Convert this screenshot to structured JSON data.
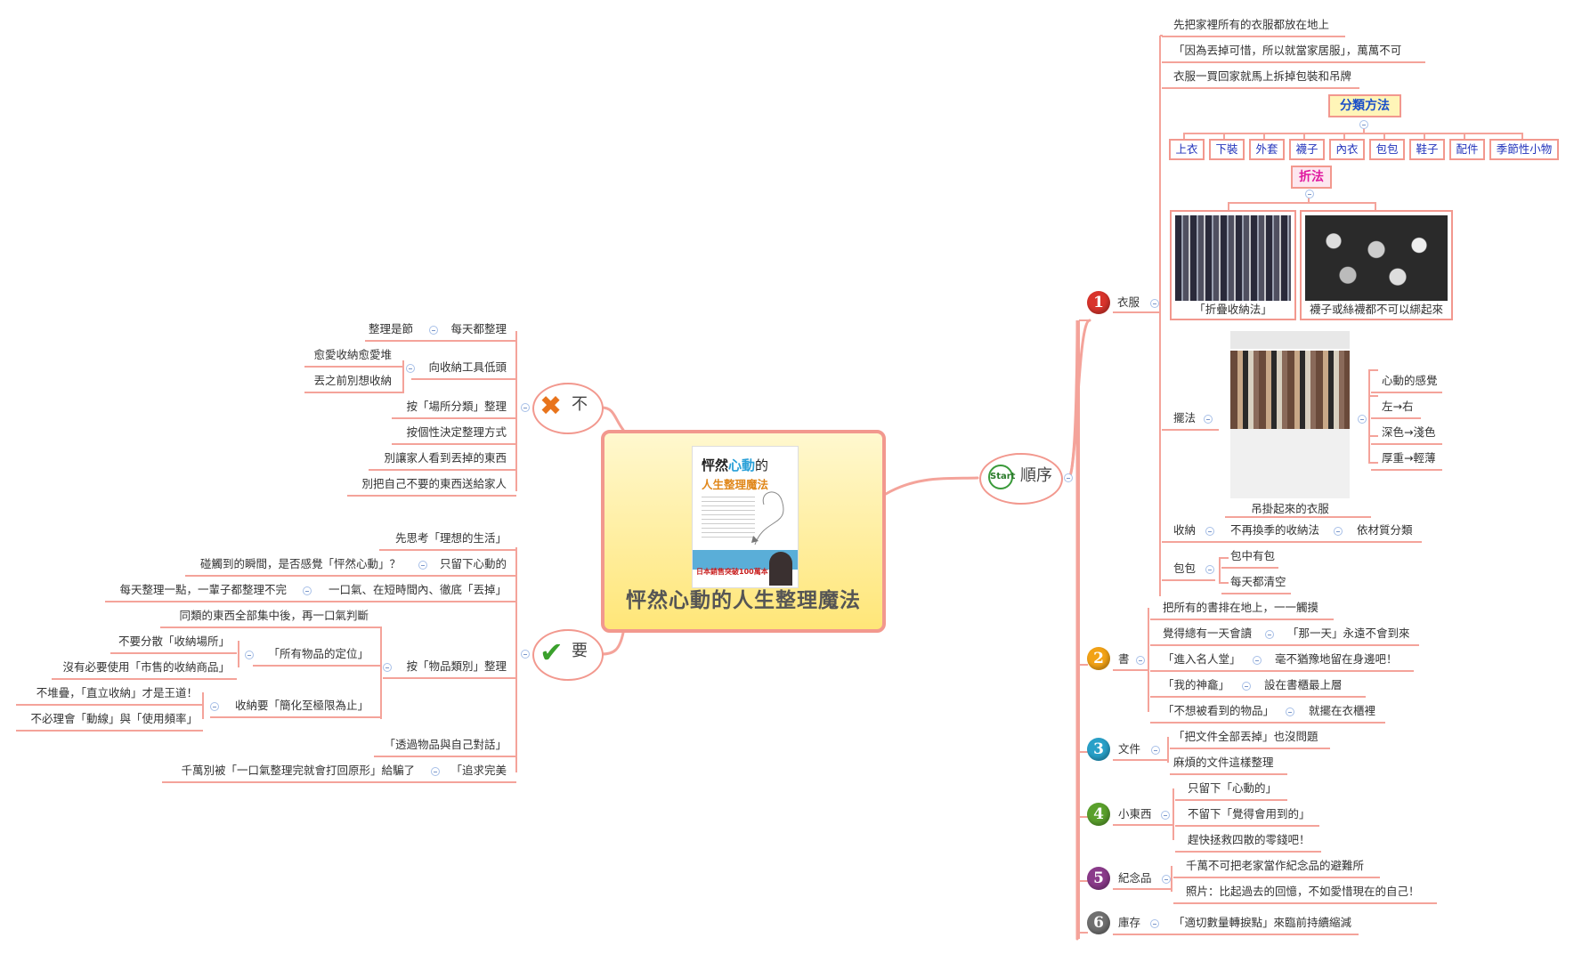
{
  "central": {
    "title": "怦然心動的人生整理魔法",
    "book": {
      "line1a": "怦然",
      "line1b": "心動",
      "line1c": "的",
      "line2": "人生整理魔法",
      "band": "日本銷售突破100萬本！"
    }
  },
  "order": {
    "label": "順序",
    "start_icon": "Start",
    "clothes": {
      "num": "1",
      "label": "衣服",
      "color": "#d8342c",
      "rules": [
        "先把家裡所有的衣服都放在地上",
        "「因為丟掉可惜，所以就當家居服」，萬萬不可",
        "衣服一買回家就馬上拆掉包裝和吊牌"
      ],
      "classify": {
        "label": "分類方法",
        "items": [
          "上衣",
          "下裝",
          "外套",
          "襪子",
          "內衣",
          "包包",
          "鞋子",
          "配件",
          "季節性小物"
        ]
      },
      "fold": {
        "label": "折法",
        "photos": [
          "「折疊收納法」",
          "襪子或絲襪都不可以綁起來"
        ]
      },
      "hang": {
        "label": "擺法",
        "photo": "吊掛起來的衣服",
        "rules": [
          "心動的感覺",
          "左→右",
          "深色→淺色",
          "厚重→輕薄"
        ]
      },
      "storage": {
        "label": "收納",
        "a": "不再換季的收納法",
        "b": "依材質分類"
      },
      "bag": {
        "label": "包包",
        "items": [
          "包中有包",
          "每天都清空"
        ]
      }
    },
    "books": {
      "num": "2",
      "label": "書",
      "color": "#f2a216",
      "items": [
        {
          "a": "把所有的書排在地上，一一觸摸"
        },
        {
          "a": "覺得總有一天會讀",
          "b": "「那一天」永遠不會到來"
        },
        {
          "a": "「進入名人堂」",
          "b": "毫不猶豫地留在身邊吧！"
        },
        {
          "a": "「我的神龕」",
          "b": "設在書櫃最上層"
        },
        {
          "a": "「不想被看到的物品」",
          "b": "就擺在衣櫃裡"
        }
      ]
    },
    "docs": {
      "num": "3",
      "label": "文件",
      "color": "#29a0c8",
      "items": [
        "「把文件全部丟掉」也沒問題",
        "麻煩的文件這樣整理"
      ]
    },
    "small": {
      "num": "4",
      "label": "小東西",
      "color": "#5aa02c",
      "items": [
        "只留下「心動的」",
        "不留下「覺得會用到的」",
        "趕快拯救四散的零錢吧！"
      ]
    },
    "memento": {
      "num": "5",
      "label": "紀念品",
      "color": "#8a3a8a",
      "items": [
        "千萬不可把老家當作紀念品的避難所",
        "照片：比起過去的回憶，不如愛惜現在的自己！"
      ]
    },
    "stock": {
      "num": "6",
      "label": "庫存",
      "color": "#707070",
      "items": [
        "「適切數量轉捩點」來臨前持續縮減"
      ]
    }
  },
  "dont": {
    "label": "不",
    "items": [
      {
        "a": "每天都整理",
        "sub": [
          "整理是節"
        ]
      },
      {
        "a": "向收納工具低頭",
        "sub": [
          "愈愛收納愈愛堆",
          "丟之前別想收納"
        ]
      },
      {
        "a": "按「場所分類」整理"
      },
      {
        "a": "按個性決定整理方式"
      },
      {
        "a": "別讓家人看到丟掉的東西"
      },
      {
        "a": "別把自己不要的東西送給家人"
      }
    ]
  },
  "do": {
    "label": "要",
    "items": {
      "think": "先思考「理想的生活」",
      "touch": "只留下心動的",
      "touch_sub": "碰觸到的瞬間，是否感覺「怦然心動」？",
      "once": "一口氣、在短時間內、徹底「丟掉」",
      "once_sub": "每天整理一點，一輩子都整理不完",
      "category": "按「物品類別」整理",
      "cat_sub": {
        "a": "同類的東西全部集中後，再一口氣判斷",
        "b": "「所有物品的定位」",
        "b_sub": [
          "不要分散「收納場所」",
          "沒有必要使用「市售的收納商品」"
        ],
        "c": "收納要「簡化至極限為止」",
        "c_sub": [
          "不堆疊，「直立收納」才是王道！",
          "不必理會「動線」與「使用頻率」"
        ]
      },
      "dialog": "「透過物品與自己對話」",
      "perfect": "「追求完美",
      "perfect_sub": "千萬別被「一口氣整理完就會打回原形」給騙了"
    }
  }
}
